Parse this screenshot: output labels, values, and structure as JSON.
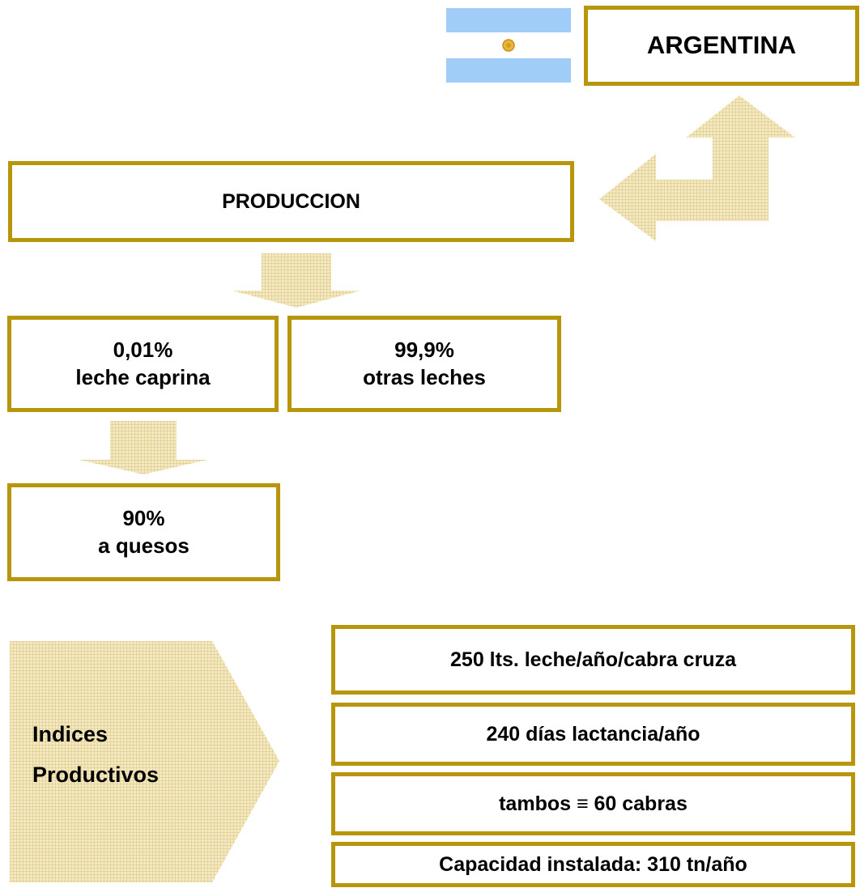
{
  "header": {
    "country": "ARGENTINA"
  },
  "production": {
    "title": "PRODUCCION"
  },
  "split": {
    "goat": {
      "percent": "0,01%",
      "label": "leche caprina"
    },
    "other": {
      "percent": "99,9%",
      "label": "otras leches"
    }
  },
  "cheese": {
    "percent": "90%",
    "label": "a quesos"
  },
  "indices": {
    "line1": "Indices",
    "line2": "Productivos",
    "items": [
      "250 lts. leche/año/cabra cruza",
      "240 días lactancia/año",
      "tambos ≡ 60 cabras",
      "Capacidad instalada: 310 tn/año"
    ]
  },
  "colors": {
    "border": "#b8960c",
    "arrow_fill": "#ecdda4",
    "flag_blue": "#9fcdf7"
  }
}
